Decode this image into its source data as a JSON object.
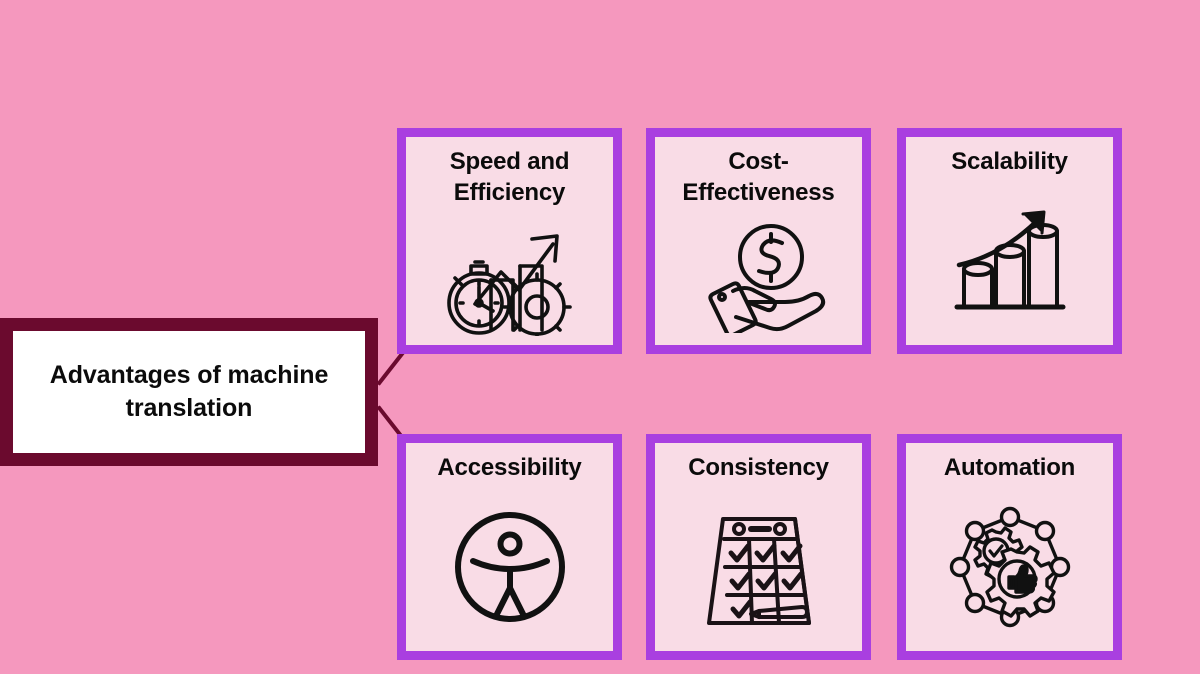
{
  "theme": {
    "background_color": "#F598BE",
    "card_border_color": "#A93FE0",
    "card_fill_color": "#F9DCE6",
    "root_border_color": "#6B0A2E",
    "root_fill_color": "#FFFFFF",
    "text_color": "#0B0B0B",
    "icon_stroke_color": "#111111"
  },
  "root": {
    "label": "Advantages of machine translation"
  },
  "connectors": [
    {
      "name": "connector-to-top-row"
    },
    {
      "name": "connector-to-bottom-row"
    }
  ],
  "cards": [
    {
      "id": "speed-and-efficiency",
      "title": "Speed and Efficiency",
      "icon": "stopwatch-gear-growth-arrow-icon",
      "row": 0,
      "col": 0
    },
    {
      "id": "cost-effectiveness",
      "title": "Cost-Effectiveness",
      "icon": "hand-holding-dollar-coin-icon",
      "row": 0,
      "col": 1
    },
    {
      "id": "scalability",
      "title": "Scalability",
      "icon": "growing-bar-chart-arrow-icon",
      "row": 0,
      "col": 2
    },
    {
      "id": "accessibility",
      "title": "Accessibility",
      "icon": "universal-accessibility-icon",
      "row": 1,
      "col": 0
    },
    {
      "id": "consistency",
      "title": "Consistency",
      "icon": "calendar-checklist-pencil-icon",
      "row": 1,
      "col": 1
    },
    {
      "id": "automation",
      "title": "Automation",
      "icon": "gears-network-nodes-icon",
      "row": 1,
      "col": 2
    }
  ]
}
